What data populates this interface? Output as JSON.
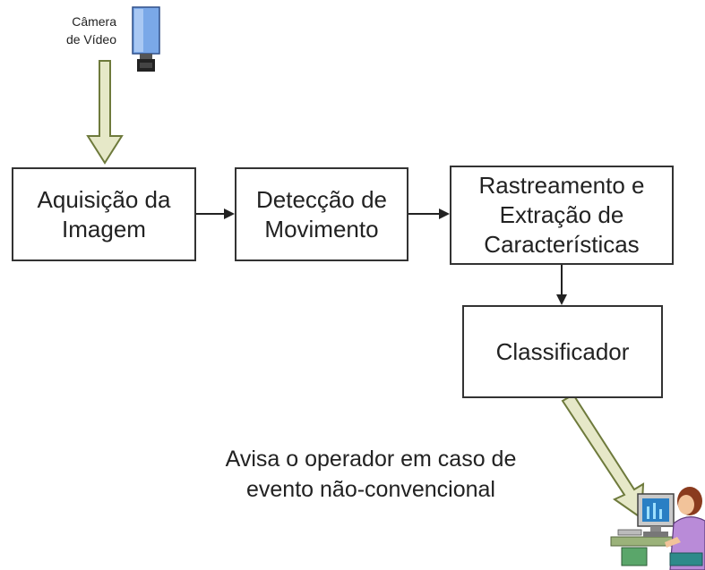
{
  "camera": {
    "label": "Câmera\nde Vídeo",
    "icon": "video-camera-icon"
  },
  "boxes": {
    "acquisition": "Aquisição da\nImagem",
    "motion": "Detecção de\nMovimento",
    "tracking": "Rastreamento e\nExtração de\nCaracterísticas",
    "classifier": "Classificador"
  },
  "note": "Avisa o operador em caso de\nevento não-convencional",
  "operator": {
    "icon": "operator-at-computer-icon"
  },
  "colors": {
    "border": "#333333",
    "arrow": "#222222",
    "hollow_arrow_stroke": "#6e7a3c",
    "hollow_arrow_fill": "#e6e8c8",
    "camera_body": "#6f9fe0"
  }
}
